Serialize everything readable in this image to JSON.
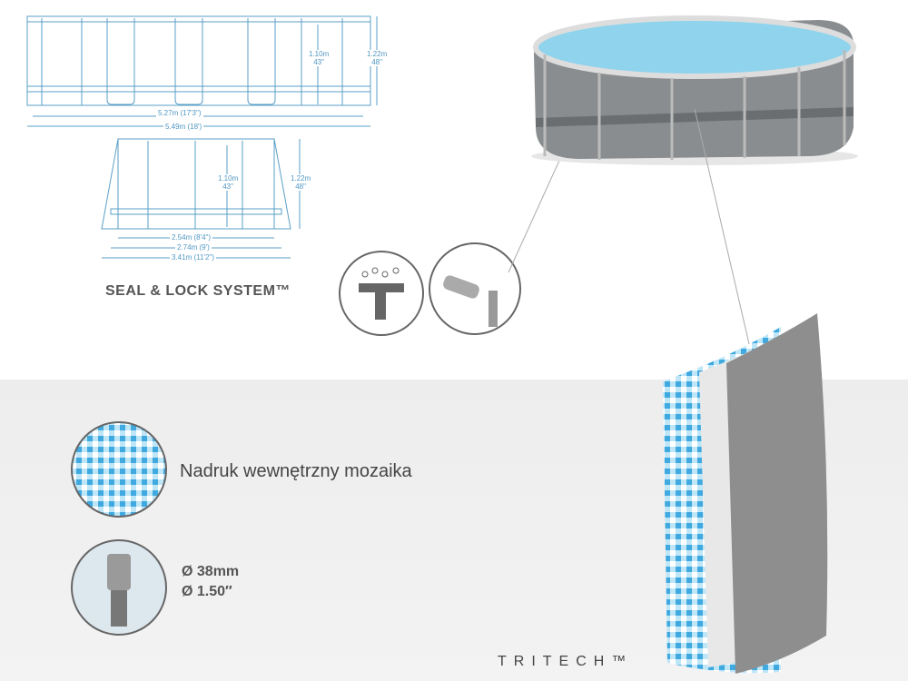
{
  "diagram": {
    "side": {
      "width_inner": "5.27m (17'3\")",
      "width_outer": "5.49m (18')",
      "water_height": "1.10m",
      "water_height_in": "43\"",
      "height": "1.22m",
      "height_in": "48\""
    },
    "end": {
      "width_inner": "2.54m (8'4\")",
      "width_mid": "2.74m (9')",
      "width_outer": "3.41m (11'2\")",
      "water_height": "1.10m",
      "water_height_in": "43\"",
      "height": "1.22m",
      "height_in": "48\""
    }
  },
  "seal_lock": {
    "title": "SEAL & LOCK SYSTEM™"
  },
  "features": {
    "mosaic_label": "Nadruk wewnętrzny mozaika",
    "pipe_mm": "Ø 38mm",
    "pipe_in": "Ø 1.50″"
  },
  "brand": "TRITECH™",
  "colors": {
    "diagram": "#5a9fc7",
    "pool_wall": "#8a8d8f",
    "water": "#8fd3ec"
  }
}
